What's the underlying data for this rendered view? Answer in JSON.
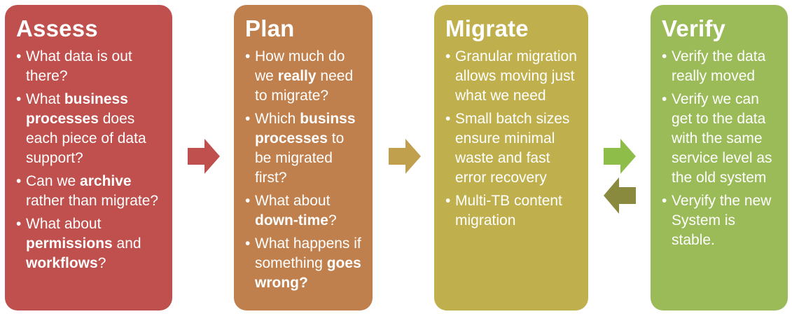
{
  "stages": [
    {
      "title": "Assess",
      "color": "#c0504d",
      "items": [
        [
          {
            "t": "What data is out there?"
          }
        ],
        [
          {
            "t": "What "
          },
          {
            "t": "business processes",
            "b": true
          },
          {
            "t": " does each piece of data support?"
          }
        ],
        [
          {
            "t": "Can we "
          },
          {
            "t": "archive",
            "b": true
          },
          {
            "t": " rather than migrate?"
          }
        ],
        [
          {
            "t": "What about "
          },
          {
            "t": "permissions",
            "b": true
          },
          {
            "t": " and "
          },
          {
            "t": "workflows",
            "b": true
          },
          {
            "t": "?"
          }
        ]
      ]
    },
    {
      "title": "Plan",
      "color": "#c0804d",
      "items": [
        [
          {
            "t": "How much do we "
          },
          {
            "t": "really",
            "b": true
          },
          {
            "t": " need to migrate?"
          }
        ],
        [
          {
            "t": "Which "
          },
          {
            "t": "businss processes",
            "b": true
          },
          {
            "t": "  to be migrated first?"
          }
        ],
        [
          {
            "t": "What about "
          },
          {
            "t": "down-time",
            "b": true
          },
          {
            "t": "?"
          }
        ],
        [
          {
            "t": "What happens if something "
          },
          {
            "t": "goes wrong?",
            "b": true
          }
        ]
      ]
    },
    {
      "title": "Migrate",
      "color": "#c0b04d",
      "items": [
        [
          {
            "t": "Granular migration allows moving just what we need"
          }
        ],
        [
          {
            "t": "Small batch sizes ensure minimal waste and fast error recovery"
          }
        ],
        [
          {
            "t": "Multi-TB content migration"
          }
        ]
      ]
    },
    {
      "title": "Verify",
      "color": "#9bbb59",
      "items": [
        [
          {
            "t": "Verify the data really moved"
          }
        ],
        [
          {
            "t": "Verify we can get to the data with the same service level as the old system"
          }
        ],
        [
          {
            "t": "Veryify the new System is stable."
          }
        ]
      ]
    }
  ],
  "bullet": "•",
  "arrows": [
    {
      "direction": "right",
      "color": "#c0504d"
    },
    {
      "direction": "right",
      "color": "#c0a04d"
    },
    {
      "direction": "right",
      "color": "#8fbd4a"
    },
    {
      "direction": "left",
      "color": "#8a8a3e"
    }
  ]
}
